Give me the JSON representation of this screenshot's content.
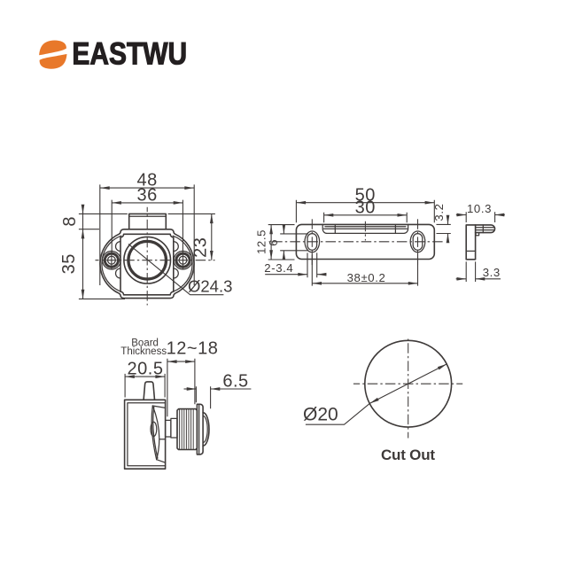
{
  "logo": {
    "brand": "EASTWU"
  },
  "colors": {
    "line": "#3E3A39",
    "logo_orange": "#E8782A",
    "logo_text": "#231F20",
    "background": "#FFFFFF"
  },
  "front_view": {
    "dim_overall_width": "48",
    "dim_screw_spacing": "36",
    "dim_latch_height": "8",
    "dim_body_height": "35",
    "dim_top_to_center": "23",
    "dim_flange_diameter": "Ø24.3"
  },
  "plate_view": {
    "dim_overall_width": "50",
    "dim_slot_width": "30",
    "dim_height": "12.5",
    "dim_hole_length": "6",
    "dim_slot_depth": "3.2",
    "dim_holes": "2-3.4",
    "dim_hole_spacing": "38±0.2",
    "dim_section_width": "10.3",
    "dim_thickness": "3.3"
  },
  "side_view": {
    "label_board": "Board",
    "label_thickness": "Thickness",
    "dim_board_range": "12~18",
    "dim_body_depth": "20.5",
    "dim_button_protrusion": "6.5"
  },
  "cutout_view": {
    "dim_diameter": "Ø20",
    "caption": "Cut Out"
  }
}
